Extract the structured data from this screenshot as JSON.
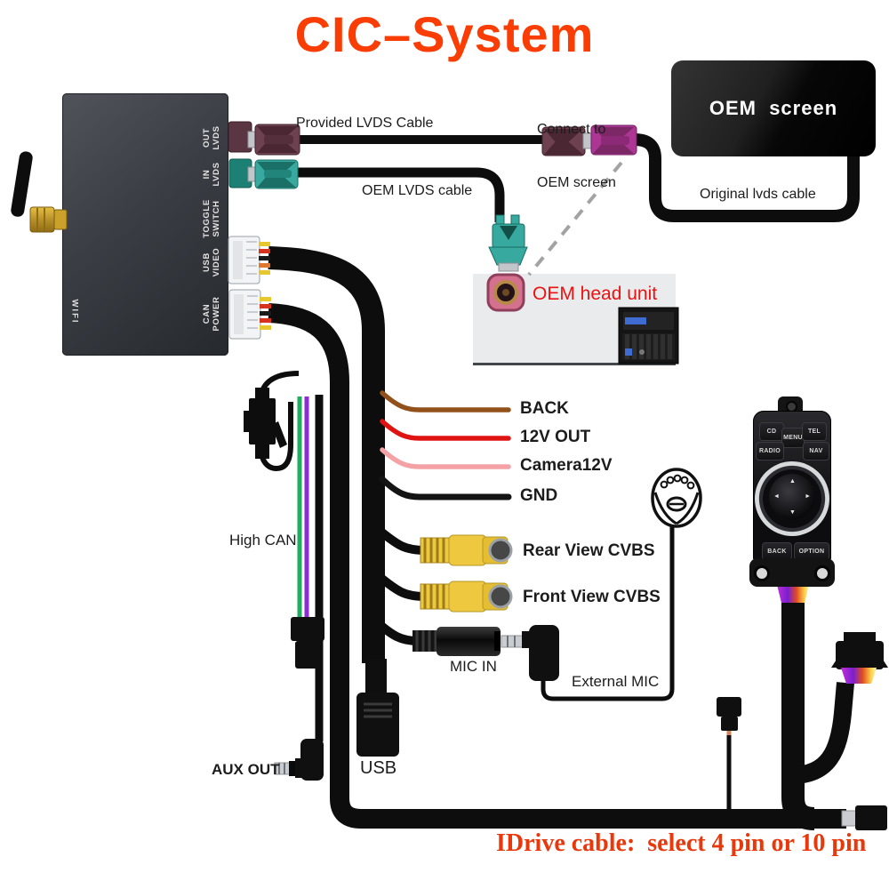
{
  "title": "CIC–System",
  "colors": {
    "title": "#f93d05",
    "red_text": "#ee1111",
    "idrive_text": "#e8380c",
    "wire_brown": "#92511a",
    "wire_red": "#e01313",
    "wire_pink": "#f4a2a6",
    "wire_black": "#141414",
    "wire_green": "#1fae5f",
    "wire_purple": "#8e2bd5",
    "rca_yellow": "#eec93f",
    "lvds_maroon": "#6d4150",
    "lvds_magenta": "#ad3694",
    "lvds_teal": "#38a99e"
  },
  "device": {
    "wifi_label": "WIFI",
    "ports": [
      {
        "line1": "OUT",
        "line2": "LVDS"
      },
      {
        "line1": "IN",
        "line2": "LVDS"
      },
      {
        "line1": "TOGGLE",
        "line2": "SWITCH"
      },
      {
        "line1": "USB",
        "line2": "VIDEO"
      },
      {
        "line1": "CAN",
        "line2": "POWER"
      }
    ]
  },
  "labels": {
    "provided_lvds": "Provided LVDS Cable",
    "connect_line1": "Connect to",
    "connect_line2": "OEM screen",
    "oem_screen": "OEM  screen",
    "original_lvds": "Original lvds cable",
    "oem_lvds": "OEM LVDS cable",
    "oem_head_unit": "OEM head unit",
    "back": "BACK",
    "v12_out": "12V OUT",
    "camera12v": "Camera12V",
    "gnd": "GND",
    "rear_cvbs": "Rear View CVBS",
    "front_cvbs": "Front View CVBS",
    "mic_in": "MIC IN",
    "external_mic": "External MIC",
    "high_can": "High CAN",
    "aux_out": "AUX OUT",
    "usb": "USB",
    "idrive_note": "IDrive cable:  select 4 pin or 10 pin"
  },
  "idrive": {
    "buttons": [
      "CD",
      "MENU",
      "TEL",
      "RADIO",
      "NAV",
      "BACK",
      "OPTION"
    ]
  }
}
